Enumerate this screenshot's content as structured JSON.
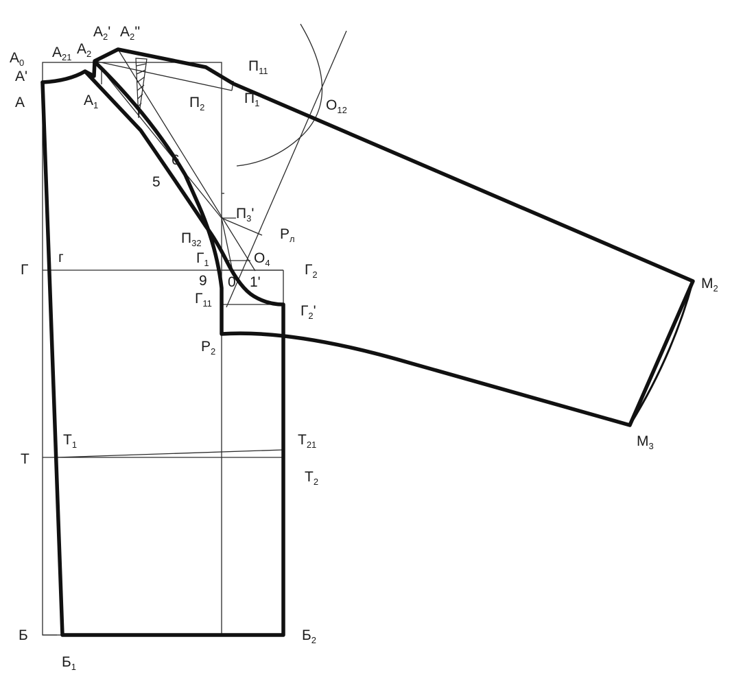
{
  "diagram": {
    "labels": {
      "A0": {
        "main": "А",
        "sub": "0"
      },
      "A21": {
        "main": "А",
        "sub": "21"
      },
      "A2": {
        "main": "А",
        "sub": "2"
      },
      "A2p": {
        "main": "А",
        "sub": "2",
        "suffix": "'"
      },
      "A2pp": {
        "main": "А",
        "sub": "2",
        "suffix": "''"
      },
      "Ap": {
        "main": "А'"
      },
      "A": {
        "main": "А"
      },
      "A1": {
        "main": "А",
        "sub": "1"
      },
      "P2": {
        "main": "П",
        "sub": "2"
      },
      "P1": {
        "main": "П",
        "sub": "1"
      },
      "P11": {
        "main": "П",
        "sub": "11"
      },
      "O12": {
        "main": "О",
        "sub": "12"
      },
      "n6": {
        "main": "6"
      },
      "n5": {
        "main": "5"
      },
      "P3p": {
        "main": "П",
        "sub": "3",
        "suffix": "'"
      },
      "Rl": {
        "main": "Р",
        "sub": "л"
      },
      "P32": {
        "main": "П",
        "sub": "32"
      },
      "G1": {
        "main": "Г",
        "sub": "1"
      },
      "O4": {
        "main": "О",
        "sub": "4"
      },
      "G": {
        "main": "Г"
      },
      "g": {
        "main": "г"
      },
      "G2": {
        "main": "Г",
        "sub": "2"
      },
      "n9": {
        "main": "9"
      },
      "n0": {
        "main": "0"
      },
      "n1p": {
        "main": "1'"
      },
      "G11": {
        "main": "Г",
        "sub": "11"
      },
      "G2p": {
        "main": "Г",
        "sub": "2",
        "suffix": "'"
      },
      "R2": {
        "main": "Р",
        "sub": "2"
      },
      "M2": {
        "main": "М",
        "sub": "2"
      },
      "M3": {
        "main": "М",
        "sub": "3"
      },
      "T1": {
        "main": "Т",
        "sub": "1"
      },
      "T21": {
        "main": "Т",
        "sub": "21"
      },
      "T": {
        "main": "Т"
      },
      "T2": {
        "main": "Т",
        "sub": "2"
      },
      "B": {
        "main": "Б"
      },
      "B2": {
        "main": "Б",
        "sub": "2"
      },
      "B1": {
        "main": "Б",
        "sub": "1"
      }
    }
  }
}
